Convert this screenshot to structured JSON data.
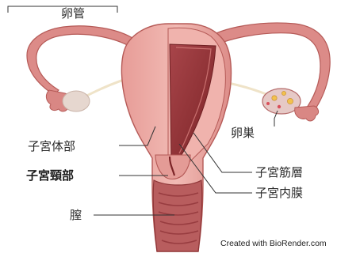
{
  "labels": {
    "fallopian_tube": "卵管",
    "ovary": "卵巣",
    "uterine_body": "子宮体部",
    "cervix": "子宮頸部",
    "vagina": "膣",
    "myometrium": "子宮筋層",
    "endometrium": "子宮内膜"
  },
  "credit": "Created with BioRender.com",
  "colors": {
    "tissue": "#e7a6a1",
    "tissue_light": "#f3c4bf",
    "tissue_edge": "#b55a57",
    "cavity": "#9c3a3c",
    "cavity_dark": "#7c2427",
    "ovary": "#e6d7cf",
    "ligament": "#efe3c8",
    "follicle": "#f2c14e"
  }
}
